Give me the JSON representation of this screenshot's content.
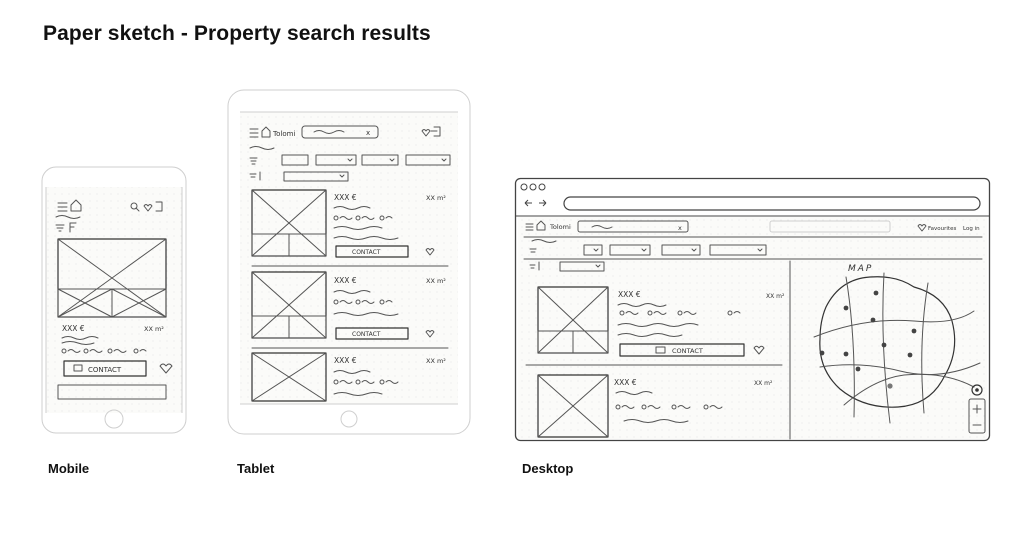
{
  "page": {
    "title": "Paper sketch - Property search results"
  },
  "devices": [
    {
      "id": "mobile",
      "label": "Mobile"
    },
    {
      "id": "tablet",
      "label": "Tablet"
    },
    {
      "id": "desktop",
      "label": "Desktop"
    }
  ],
  "sketch": {
    "brand": "Tolomi",
    "price": "XXX €",
    "area": "XX m²",
    "contact": "CONTACT",
    "favorites": "Favourites",
    "login": "Log in",
    "map": "MAP",
    "close": "x"
  }
}
